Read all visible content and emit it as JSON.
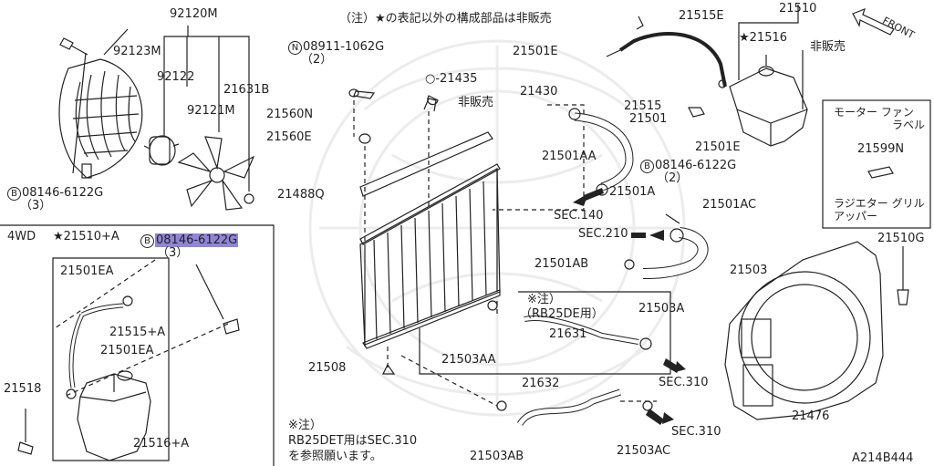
{
  "notes": {
    "top_note": "（注）★の表記以外の構成部品は非販売",
    "bottom_note_1": "※注）",
    "bottom_note_2": "RB25DET用はSEC.310",
    "bottom_note_3": "を参照願います。",
    "front": "FRONT",
    "figure_id": "A214B444"
  },
  "labels": {
    "p92120M": "92120M",
    "p92123M": "92123M",
    "p92122": "92122",
    "p21631B": "21631B",
    "p92121M": "92121M",
    "bolt1_sym": "B",
    "bolt1": "08146-6122G",
    "bolt1_qty": "（3）",
    "nut_sym": "N",
    "nut": "08911-1062G",
    "nut_qty": "（2）",
    "p21435": "21435",
    "p21430": "21430",
    "nonsale1": "非販売",
    "p21560N": "21560N",
    "p21560E": "21560E",
    "p21488Q": "21488Q",
    "p21515E": "21515E",
    "p21510": "21510",
    "p21516": "★21516",
    "nonsale2": "非販売",
    "p21501E_a": "21501E",
    "p21515": "21515",
    "p21501": "21501",
    "p21501E_b": "21501E",
    "p21501AA": "21501AA",
    "bolt2_sym": "B",
    "bolt2": "08146-6122G",
    "bolt2_qty": "（2）",
    "p21501A": "21501A",
    "sec140": "SEC.140",
    "p21501AC": "21501AC",
    "sec210": "SEC.210",
    "p21501AB": "21501AB",
    "p21503": "21503",
    "motor_label_1": "モーター ファン",
    "motor_label_2": "ラベル",
    "p21599N": "21599N",
    "grille_1": "ラジエター グリル",
    "grille_2": "アッパー",
    "p21510G": "21510G",
    "p21476": "21476",
    "rb_note_1": "※注）",
    "rb_note_2": "（RB25DE用）",
    "p21503A": "21503A",
    "p21631": "21631",
    "p21503AA": "21503AA",
    "sec310_a": "SEC.310",
    "p21508": "21508",
    "p21632": "21632",
    "p21503AB": "21503AB",
    "p21503AC": "21503AC",
    "sec310_b": "SEC.310",
    "fwd": "4WD",
    "p21510A": "★21510+A",
    "bolt3_sym": "B",
    "bolt3": "08146-6122G",
    "bolt3_qty": "（3）",
    "p21501EA_a": "21501EA",
    "p21515A": "21515+A",
    "p21501EA_b": "21501EA",
    "p21518": "21518",
    "p21516A": "21516+A"
  },
  "colors": {
    "ink": "#222222",
    "highlight": "#8f86d8",
    "watermark": "#ececec"
  }
}
